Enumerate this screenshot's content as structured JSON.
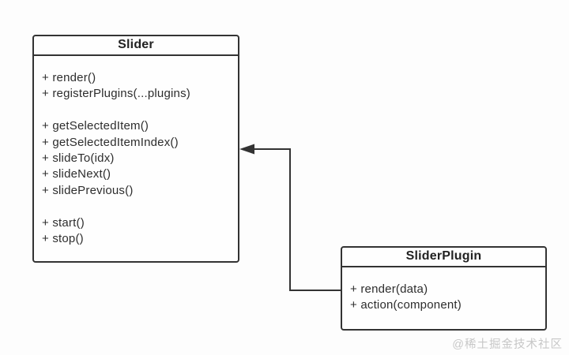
{
  "diagram": {
    "classes": [
      {
        "name": "Slider",
        "methods": [
          "+ render()",
          "+ registerPlugins(...plugins)",
          "",
          "+ getSelectedItem()",
          "+ getSelectedItemIndex()",
          "+ slideTo(idx)",
          "+ slideNext()",
          "+ slidePrevious()",
          "",
          "+ start()",
          "+ stop()"
        ]
      },
      {
        "name": "SliderPlugin",
        "methods": [
          "+ render(data)",
          "+ action(component)"
        ]
      }
    ],
    "relation": {
      "from": "SliderPlugin",
      "to": "Slider",
      "arrowhead": "solid-triangle-left"
    }
  },
  "watermark": "@稀土掘金技术社区",
  "colors": {
    "stroke": "#333333",
    "text": "#2d2d2d",
    "background": "#fdfdfd",
    "watermark": "#c7c7c7"
  }
}
